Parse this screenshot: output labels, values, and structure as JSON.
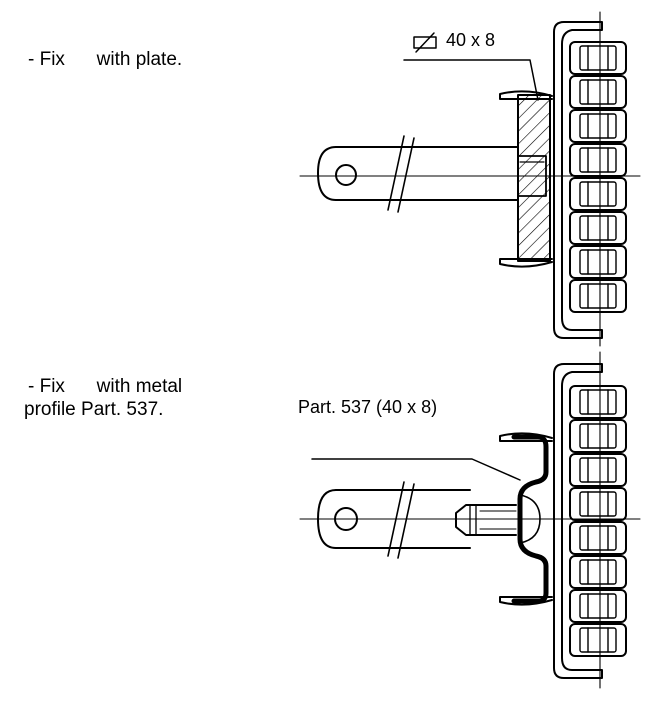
{
  "steps": [
    {
      "bullet": "- Fix",
      "text_line1": "with plate.",
      "text_line2": "",
      "callout": "40 x 8",
      "callout_icon": "flat-bar-section-icon"
    },
    {
      "bullet": "- Fix",
      "text_line1": "with metal",
      "text_line2": "profile Part. 537.",
      "callout": "Part. 537 (40 x 8)"
    }
  ],
  "colors": {
    "line": "#000000",
    "background": "#ffffff"
  }
}
